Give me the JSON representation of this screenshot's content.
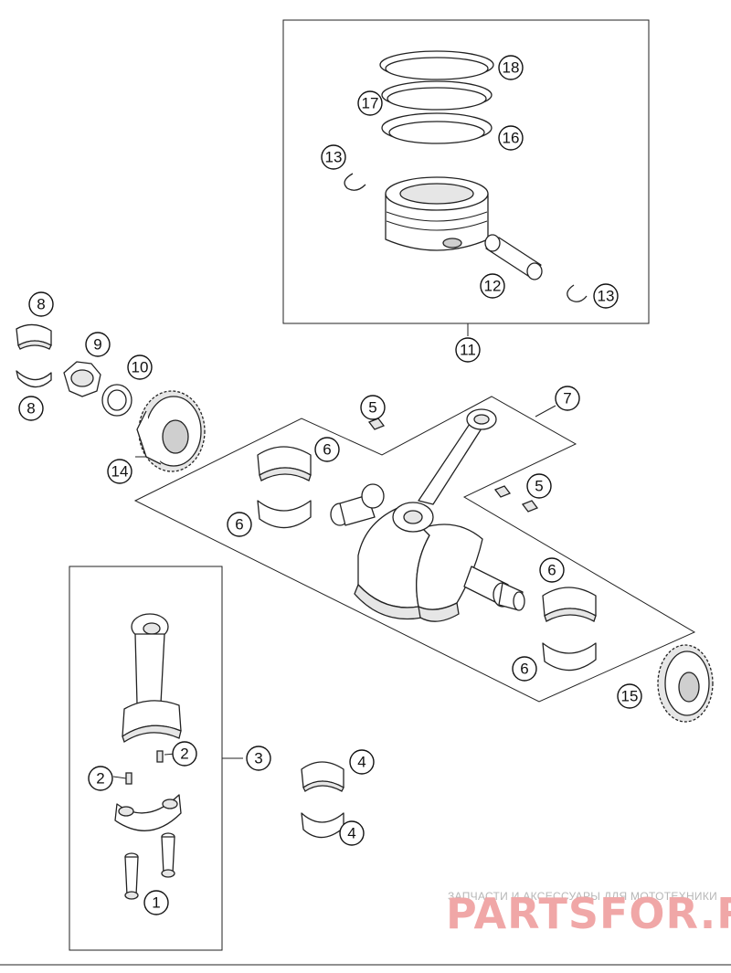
{
  "callouts": [
    {
      "id": "c1",
      "label": "1"
    },
    {
      "id": "c2a",
      "label": "2"
    },
    {
      "id": "c2b",
      "label": "2"
    },
    {
      "id": "c3",
      "label": "3"
    },
    {
      "id": "c4a",
      "label": "4"
    },
    {
      "id": "c4b",
      "label": "4"
    },
    {
      "id": "c5a",
      "label": "5"
    },
    {
      "id": "c5b",
      "label": "5"
    },
    {
      "id": "c6a",
      "label": "6"
    },
    {
      "id": "c6b",
      "label": "6"
    },
    {
      "id": "c6c",
      "label": "6"
    },
    {
      "id": "c6d",
      "label": "6"
    },
    {
      "id": "c7",
      "label": "7"
    },
    {
      "id": "c8a",
      "label": "8"
    },
    {
      "id": "c8b",
      "label": "8"
    },
    {
      "id": "c9",
      "label": "9"
    },
    {
      "id": "c10",
      "label": "10"
    },
    {
      "id": "c11",
      "label": "11"
    },
    {
      "id": "c12",
      "label": "12"
    },
    {
      "id": "c13a",
      "label": "13"
    },
    {
      "id": "c13b",
      "label": "13"
    },
    {
      "id": "c14",
      "label": "14"
    },
    {
      "id": "c15",
      "label": "15"
    },
    {
      "id": "c16",
      "label": "16"
    },
    {
      "id": "c17",
      "label": "17"
    },
    {
      "id": "c18",
      "label": "18"
    }
  ],
  "watermark": {
    "subtitle": "ЗАПЧАСТИ И АКСЕССУАРЫ ДЛЯ МОТОТЕХНИКИ",
    "brand": "PARTSFOR.RU",
    "color": "#f0a7a7"
  }
}
